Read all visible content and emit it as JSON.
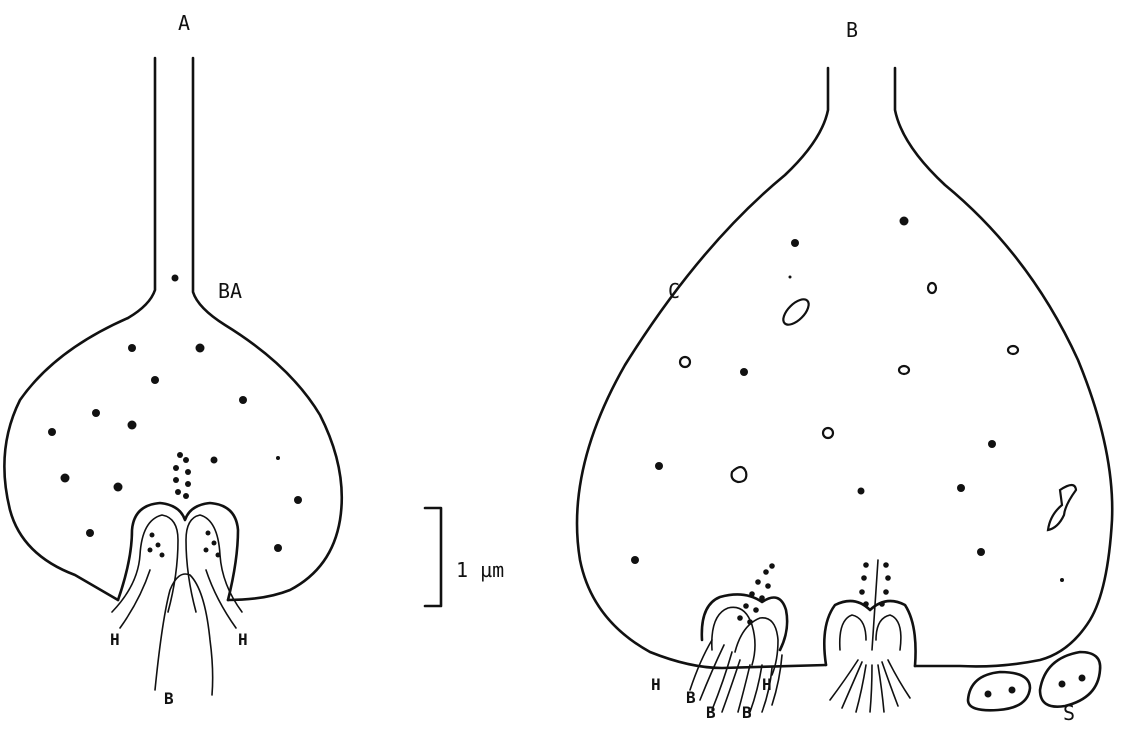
{
  "panels": {
    "a": {
      "title": "A",
      "label_ba": "BA",
      "label_h_left": "H",
      "label_h_right": "H",
      "label_b": "B"
    },
    "b": {
      "title": "B",
      "label_c": "C",
      "label_h": "H",
      "label_b1": "B",
      "label_b2": "B",
      "label_b3": "B",
      "label_h2": "H",
      "label_s": "S"
    }
  },
  "scale_bar": {
    "label": "1 µm"
  }
}
